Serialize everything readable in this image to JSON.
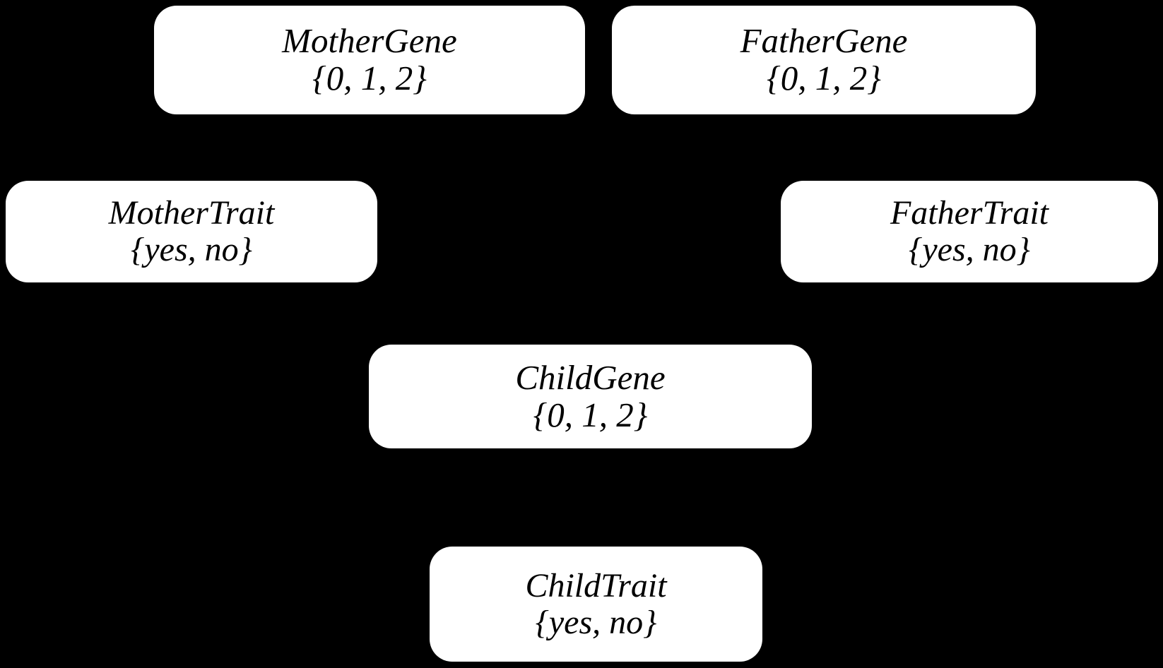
{
  "diagram": {
    "background_color": "#000000",
    "node_fill_color": "#ffffff",
    "node_text_color": "#000000",
    "nodes": [
      {
        "id": "mother-gene",
        "label": "MotherGene",
        "domain": "{0, 1, 2}"
      },
      {
        "id": "father-gene",
        "label": "FatherGene",
        "domain": "{0, 1, 2}"
      },
      {
        "id": "mother-trait",
        "label": "MotherTrait",
        "domain": "{yes, no}"
      },
      {
        "id": "father-trait",
        "label": "FatherTrait",
        "domain": "{yes, no}"
      },
      {
        "id": "child-gene",
        "label": "ChildGene",
        "domain": "{0, 1, 2}"
      },
      {
        "id": "child-trait",
        "label": "ChildTrait",
        "domain": "{yes, no}"
      }
    ]
  }
}
